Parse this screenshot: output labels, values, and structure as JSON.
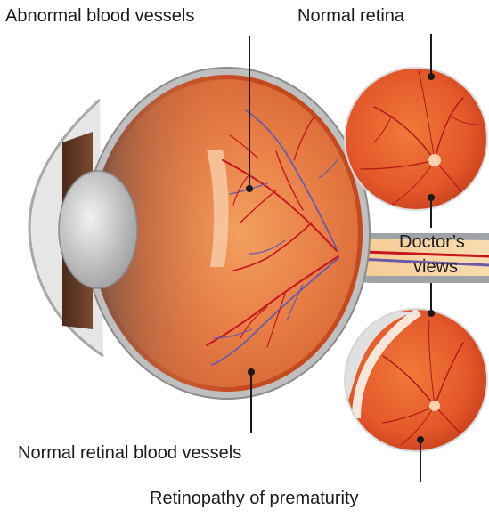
{
  "labels": {
    "abnormal_vessels": "Abnormal blood vessels",
    "normal_retina": "Normal retina",
    "doctors_views_line1": "Doctor’s",
    "doctors_views_line2": "views",
    "normal_retinal_vessels": "Normal retinal blood vessels",
    "retinopathy": "Retinopathy of prematurity"
  },
  "colors": {
    "retina_orange": "#e8602a",
    "sclera_gray": "#b8b8b8",
    "vessel_red": "#c8141e",
    "vessel_blue": "#6a5aa8",
    "optic_disc": "#ffd0b0"
  }
}
